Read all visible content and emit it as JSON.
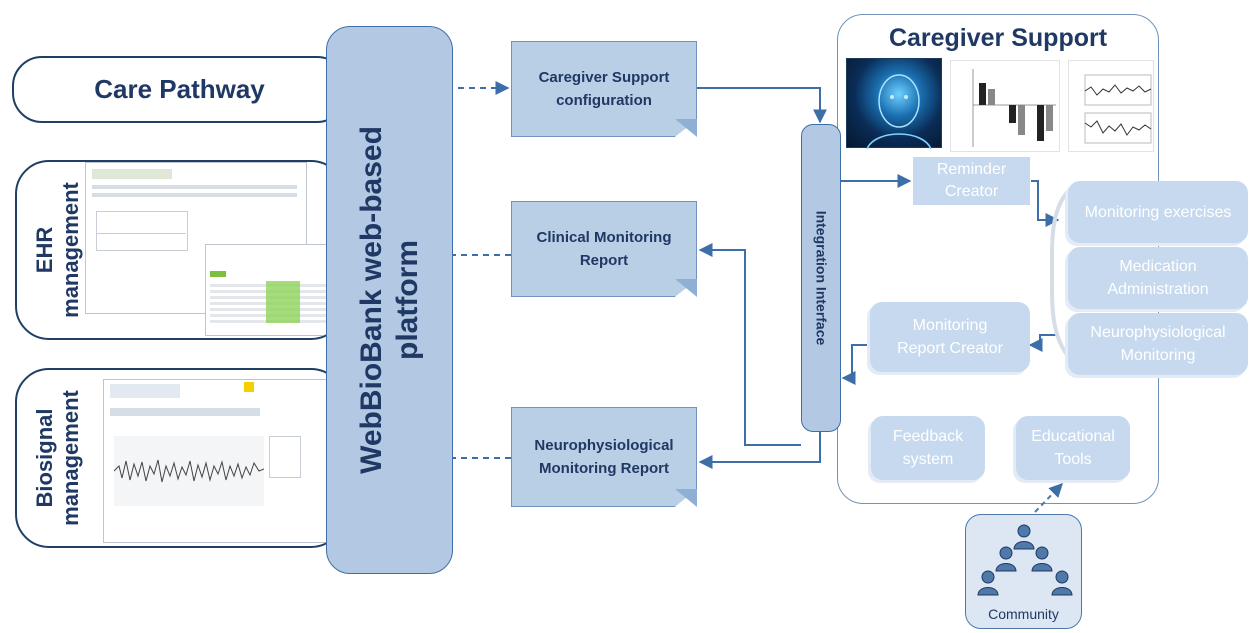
{
  "left": {
    "care_pathway": "Care Pathway",
    "ehr_label": "EHR\nmanagement",
    "biosignal_label": "Biosignal\nmanagement"
  },
  "platform_label": "WebBioBank web-based\nplatform",
  "docs": {
    "caregiver_config": "Caregiver Support\nconfiguration",
    "clinical_report": "Clinical Monitoring\nReport",
    "neuro_report": "Neurophysiological\nMonitoring Report"
  },
  "integration_label": "Integration Interface",
  "caregiver": {
    "title": "Caregiver Support",
    "reminder": "Reminder\nCreator",
    "monitoring_exercises": "Monitoring exercises",
    "medication": "Medication\nAdministration",
    "neuro_monitoring": "Neurophysiological\nMonitoring",
    "report_creator": "Monitoring\nReport Creator",
    "feedback": "Feedback\nsystem",
    "educational": "Educational\nTools"
  },
  "community_label": "Community",
  "colors": {
    "dark_blue": "#1f3864",
    "node_fill": "#b9cfe6",
    "soft_fill": "#c6d9ee",
    "arrow": "#3d6ea8"
  }
}
